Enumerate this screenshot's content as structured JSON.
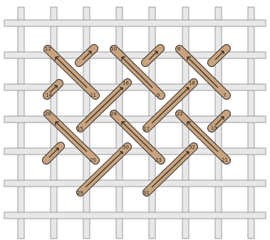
{
  "colors": {
    "background": "#ffffff",
    "thread_fill": "#e8e8e8",
    "thread_edge": "#9a9a9a",
    "stitch_fill": "#c9a37d",
    "stitch_edge": "#2b2b2b",
    "label": "#2a2a2a"
  },
  "labels": {
    "n6": "6",
    "n7": "7",
    "n9": "9",
    "n10": "10",
    "n11": "11",
    "n12": "12",
    "n14": "14",
    "n15": "15",
    "n16": "16",
    "n17": "17",
    "n18": "18",
    "n19": "19",
    "n22": "22",
    "n23": "23",
    "n24": "24",
    "n25": "25",
    "n26": "26",
    "n29": "29",
    "n30": "30",
    "n31": "31",
    "n32": "32",
    "n21": "21"
  }
}
